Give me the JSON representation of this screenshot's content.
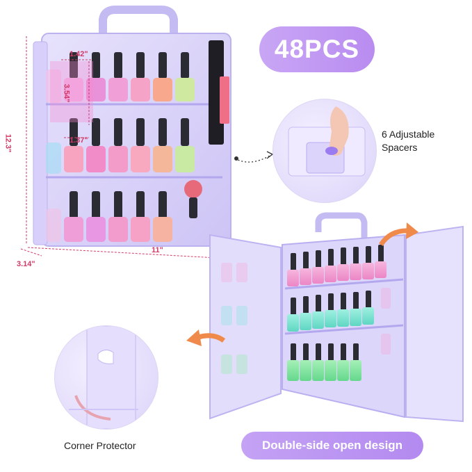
{
  "badge_top": "48PCS",
  "badge_bottom": "Double-side open design",
  "callouts": {
    "spacers_line1": "6 Adjustable",
    "spacers_line2": "Spacers",
    "corner": "Corner Protector"
  },
  "dimensions": {
    "width": "1.42\"",
    "bottle_height": "3.54\"",
    "bottle_depth": "1.37\"",
    "total_height": "12.3\"",
    "depth": "3.14\"",
    "length": "11\""
  },
  "colors": {
    "case": "#c8c0f5",
    "accent": "#b98cf0",
    "arrow": "#f08a4b",
    "dimension": "#d03a66"
  }
}
